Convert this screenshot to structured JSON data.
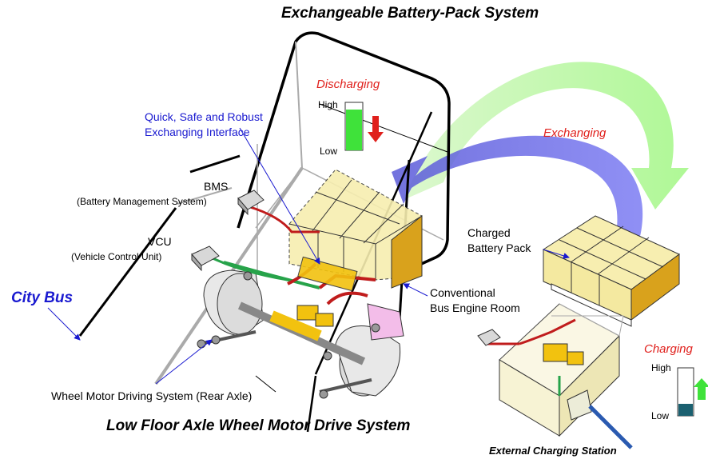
{
  "titles": {
    "top": "Exchangeable Battery-Pack System",
    "bottom": "Low Floor Axle Wheel Motor Drive System"
  },
  "labels": {
    "discharging": "Discharging",
    "exchanging": "Exchanging",
    "charging": "Charging",
    "quick_line1": "Quick, Safe and Robust",
    "quick_line2": "Exchanging Interface",
    "bms": "BMS",
    "bms_full": "(Battery Management System)",
    "vcu": "VCU",
    "vcu_full": "(Vehicle Control Unit)",
    "city_bus": "City Bus",
    "charged_line1": "Charged",
    "charged_line2": "Battery Pack",
    "conv_line1": "Conventional",
    "conv_line2": "Bus Engine Room",
    "wheel_motor": "Wheel Motor Driving System (Rear Axle)",
    "external_station": "External Charging Station"
  },
  "gauges": {
    "discharging": {
      "high": "High",
      "low": "Low",
      "level": 0.85
    },
    "charging": {
      "high": "High",
      "low": "Low",
      "level": 0.25
    }
  },
  "colors": {
    "battery_cell": "#f7eeb0",
    "battery_side": "#d9a21c",
    "gauge_green": "#3fe23a",
    "gauge_teal": "#1b6070",
    "arrow_green": "#a6f78a",
    "arrow_blue": "#6b6bf0",
    "cable_red": "#c01c1c",
    "cable_green": "#27a34a",
    "gear_yellow": "#f2c20f",
    "pink_box": "#f3bde9",
    "station_box": "#f7f3d4",
    "blue_text": "#1a1ad0",
    "red_text": "#e0201c"
  }
}
